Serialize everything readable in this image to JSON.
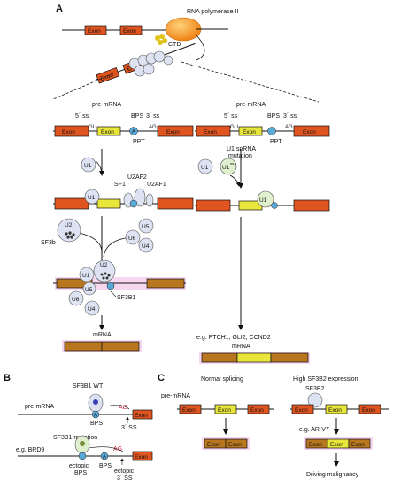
{
  "panels": {
    "a": {
      "letter": "A",
      "rnap_label": "RNA polymerase II",
      "ctd_label": "CTD",
      "exon_label": "Exon",
      "left": {
        "premrna_label": "pre-mRNA",
        "ss5_label": "5´ ss",
        "ss3_label": "3´ ss",
        "bps_label": "BPS",
        "ppt_label": "PPT",
        "gu_label": "GU",
        "ag_label": "AG",
        "a_label": "A",
        "u1": "U1",
        "u2": "U2",
        "u4": "U4",
        "u5": "U5",
        "u6": "U6",
        "sf1": "SF1",
        "u2af2": "U2AF2",
        "u2af1": "U2AF1",
        "sf3b": "SF3b",
        "sf3b1": "SF3B1",
        "mrna_label": "mRNA"
      },
      "right": {
        "premrna_label": "pre-mRNA",
        "ss5_label": "5´ ss",
        "ss3_label": "3´ ss",
        "bps_label": "BPS",
        "ppt_label": "PPT",
        "gu_label": "GU",
        "ag_label": "AG",
        "u1_mutation_label": "U1 snRNA\nmutation",
        "u1": "U1",
        "u1_mut": "U1",
        "u1_mut_sup": "mut",
        "examples_label": "e.g. PTCH1, GLI2, CCND2",
        "mrna_label": "mRNA"
      }
    },
    "b": {
      "letter": "B",
      "premrna_label": "pre-mRNA",
      "wt_label": "SF3B1 WT",
      "ag_label": "AG",
      "ss3_label": "3´ SS",
      "bps_label": "BPS",
      "brd9_label": "e.g. BRD9",
      "mut_label": "SF3B1 mutation",
      "ectopic_bps_label": "ectopic\nBPS",
      "bps2_label": "BPS",
      "ectopic_ss_label": "ectopic\n3´ SS",
      "exon_label": "Exon",
      "a_label": "A"
    },
    "c": {
      "letter": "C",
      "normal_title": "Normal splicing",
      "high_title": "High SF3B2 expression",
      "premrna_label": "pre-mRNA",
      "sf3b2_label": "SF3B2",
      "arv7_label": "e.g. AR-V7",
      "malignancy_label": "Driving malignancy",
      "exon_label": "Exon"
    }
  },
  "colors": {
    "exon_orange": "#e0541f",
    "exon_yellow": "#e8e63a",
    "exon_brown": "#b8761f",
    "exon_highlight": "#f7d7f0",
    "circle_fill": "#dde3f2",
    "branch_a": "#5aa8d6",
    "ctd_yellow": "#e0c21a",
    "polymerase_orange": "#f28a12",
    "mut_fill": "#dff0cf",
    "mut_blue": "#3b3fb5"
  }
}
